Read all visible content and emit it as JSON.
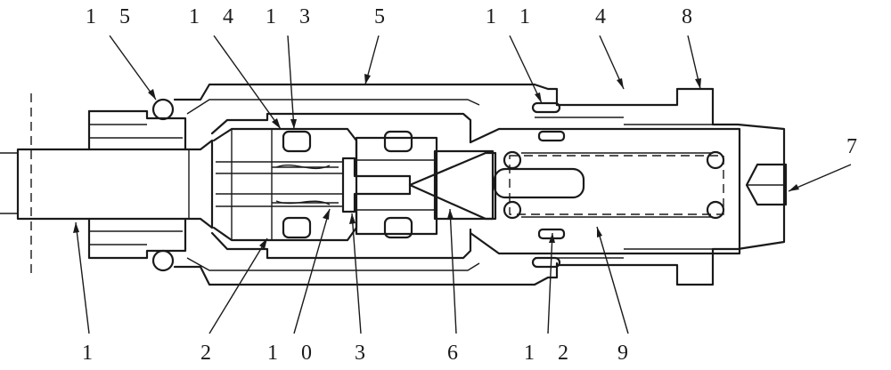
{
  "callouts": [
    {
      "id": "c1",
      "text": "1"
    },
    {
      "id": "c2",
      "text": "2"
    },
    {
      "id": "c3",
      "text": "3"
    },
    {
      "id": "c4",
      "text": "4"
    },
    {
      "id": "c5",
      "text": "5"
    },
    {
      "id": "c6",
      "text": "6"
    },
    {
      "id": "c7",
      "text": "7"
    },
    {
      "id": "c8",
      "text": "8"
    },
    {
      "id": "c9",
      "text": "9"
    },
    {
      "id": "c10",
      "text": "1 0"
    },
    {
      "id": "c11",
      "text": "1 1"
    },
    {
      "id": "c12",
      "text": "1 2"
    },
    {
      "id": "c13",
      "text": "1 3"
    },
    {
      "id": "c14",
      "text": "1 4"
    },
    {
      "id": "c15",
      "text": "1 5"
    }
  ]
}
